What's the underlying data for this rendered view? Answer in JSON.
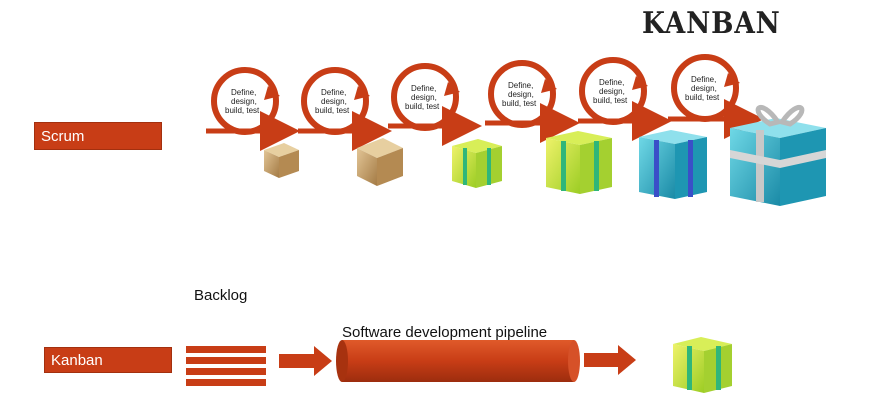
{
  "title": "KANBAN",
  "scrum": {
    "label": "Scrum"
  },
  "kanban": {
    "label": "Kanban"
  },
  "backlog": {
    "label": "Backlog"
  },
  "pipeline": {
    "label": "Software development pipeline"
  },
  "cycles": [
    {
      "lines": [
        "Define,",
        "design,",
        "build, test"
      ]
    },
    {
      "lines": [
        "Define,",
        "design,",
        "build, test"
      ]
    },
    {
      "lines": [
        "Define,",
        "design,",
        "build, test"
      ]
    },
    {
      "lines": [
        "Define,",
        "design,",
        "build, test"
      ]
    },
    {
      "lines": [
        "Define,",
        "design,",
        "build, test"
      ]
    },
    {
      "lines": [
        "Define,",
        "design,",
        "build, test"
      ]
    }
  ],
  "colors": {
    "accent": "#c83d16",
    "box_brown": "#c9a46a",
    "gift_lime": "#c8e63a",
    "gift_teal": "#2aa6c0"
  }
}
